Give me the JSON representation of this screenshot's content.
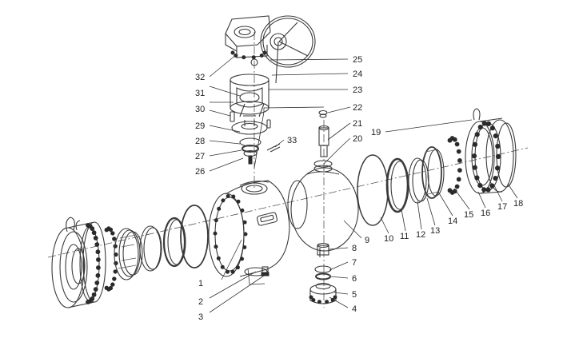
{
  "labels": {
    "l1": "1",
    "l2": "2",
    "l3": "3",
    "l4": "4",
    "l5": "5",
    "l6": "6",
    "l7": "7",
    "l8": "8",
    "l9": "9",
    "l10": "10",
    "l11": "11",
    "l12": "12",
    "l13": "13",
    "l14": "14",
    "l15": "15",
    "l16": "16",
    "l17": "17",
    "l18": "18",
    "l19": "19",
    "l20": "20",
    "l21": "21",
    "l22": "22",
    "l23": "23",
    "l24": "24",
    "l25": "25",
    "l26": "26",
    "l27": "27",
    "l28": "28",
    "l29": "29",
    "l30": "30",
    "l31": "31",
    "l32": "32",
    "l33": "33"
  },
  "colors": {
    "line": "#3a3a3a",
    "dark": "#2b2b2b",
    "background": "#ffffff"
  }
}
